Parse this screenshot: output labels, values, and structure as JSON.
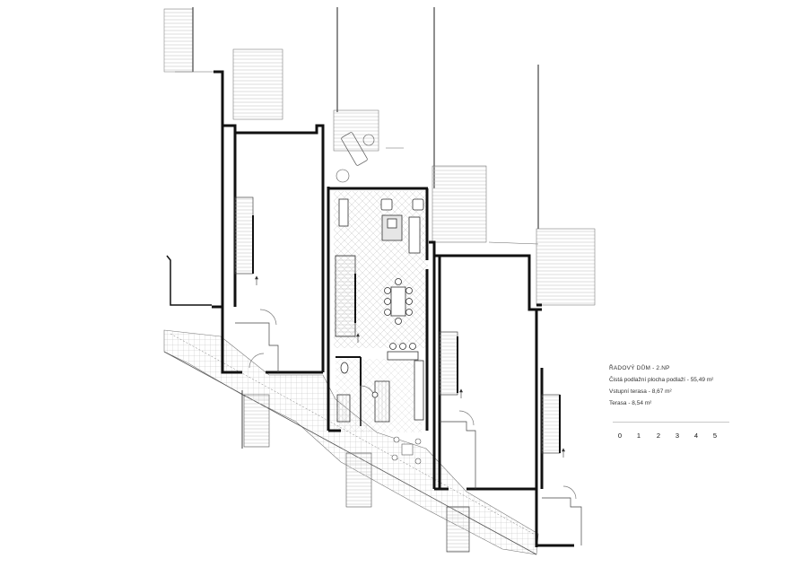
{
  "legend": {
    "title": "ŘADOVÝ DŮM - 2.NP",
    "line1": "Čistá podlažní plocha podlaží - 55,49 m²",
    "line2": "Vstupní terasa - 8,67 m²",
    "line3": "Terasa - 8,54 m²"
  },
  "scale_bar": {
    "ticks": [
      "0",
      "1",
      "2",
      "3",
      "4",
      "5"
    ]
  },
  "colors": {
    "wall": "#111111",
    "line": "#555555",
    "hatch": "#b8b8b8",
    "paper": "#ffffff"
  },
  "icons": [
    "arrow-up-icon",
    "toilet-icon",
    "chair-icon",
    "table-icon",
    "sofa-icon",
    "lounger-icon"
  ]
}
